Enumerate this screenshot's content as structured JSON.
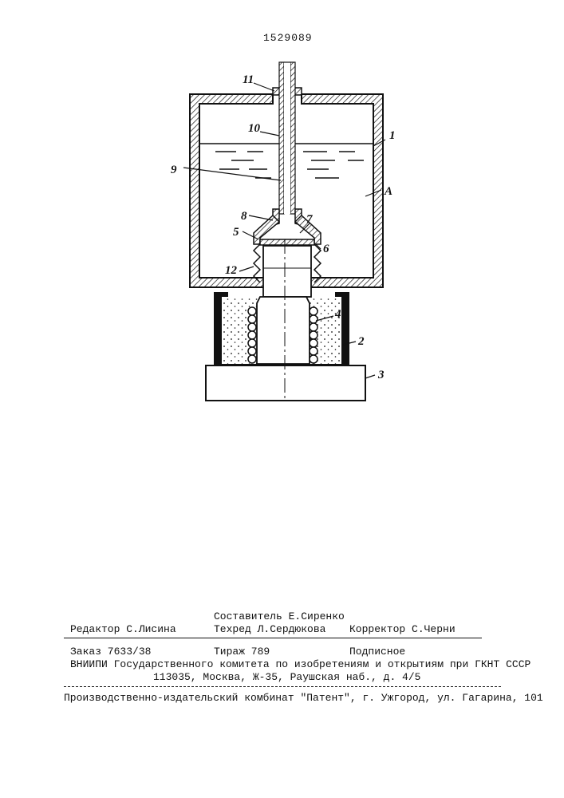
{
  "document": {
    "patent_number": "1529089"
  },
  "figure": {
    "labels": [
      "1",
      "2",
      "3",
      "4",
      "5",
      "6",
      "7",
      "8",
      "9",
      "10",
      "11",
      "12",
      "A"
    ]
  },
  "colophon": {
    "composer": "Составитель Е.Сиренко",
    "editor": "Редактор С.Лисина",
    "techred": "Техред Л.Сердюкова",
    "corrector": "Корректор С.Черни",
    "order": "Заказ 7633/38",
    "circulation": "Тираж 789",
    "subscription": "Подписное",
    "institute": "ВНИИПИ Государственного комитета по изобретениям и открытиям при ГКНТ СССР",
    "address": "113035, Москва, Ж-35, Раушская наб., д. 4/5",
    "publisher": "Производственно-издательский комбинат \"Патент\", г. Ужгород, ул. Гагарина, 101"
  }
}
